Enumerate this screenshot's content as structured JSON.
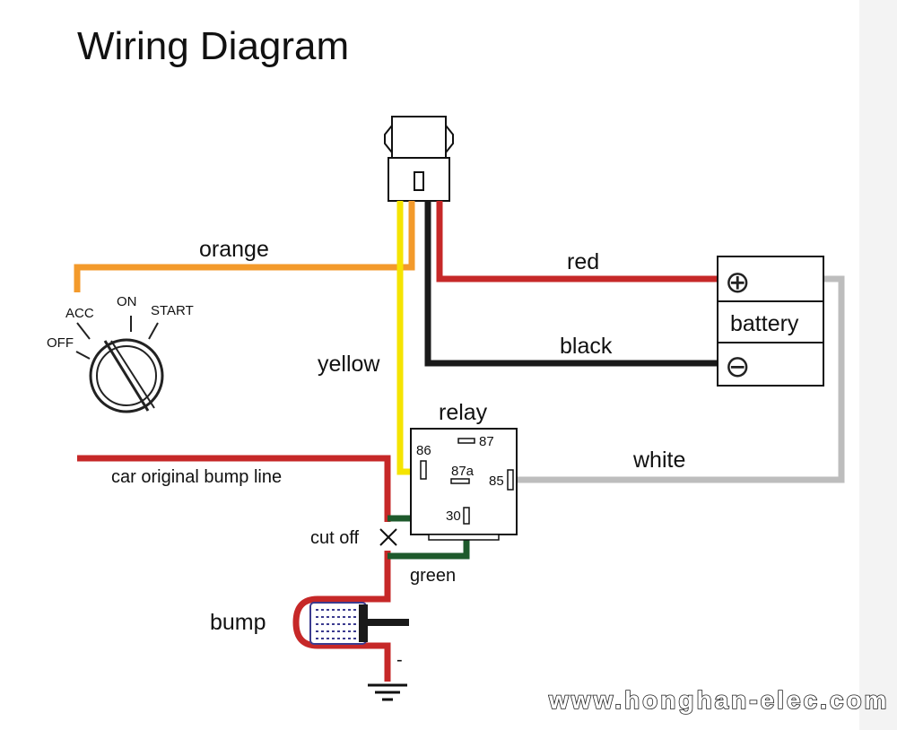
{
  "title": "Wiring Diagram",
  "colors": {
    "orange": "#f39a2b",
    "yellow": "#f5e400",
    "red": "#c62828",
    "black": "#1a1a1a",
    "white_wire": "#bdbdbd",
    "green": "#1e5a2c",
    "bump_blue": "#3b3b8f"
  },
  "wires": {
    "orange": "orange",
    "yellow": "yellow",
    "red": "red",
    "black": "black",
    "white": "white",
    "green": "green",
    "bump_line": "car original bump line",
    "cut_off": "cut off"
  },
  "ignition": {
    "acc": "ACC",
    "on": "ON",
    "start": "START",
    "off": "OFF"
  },
  "battery": {
    "label": "battery",
    "plus": "⊕",
    "minus": "⊖"
  },
  "relay": {
    "label": "relay",
    "pin86": "86",
    "pin87": "87",
    "pin87a": "87a",
    "pin85": "85",
    "pin30": "30"
  },
  "bump": {
    "label": "bump",
    "minus_mark": "-"
  },
  "website": "www.honghan-elec.com"
}
